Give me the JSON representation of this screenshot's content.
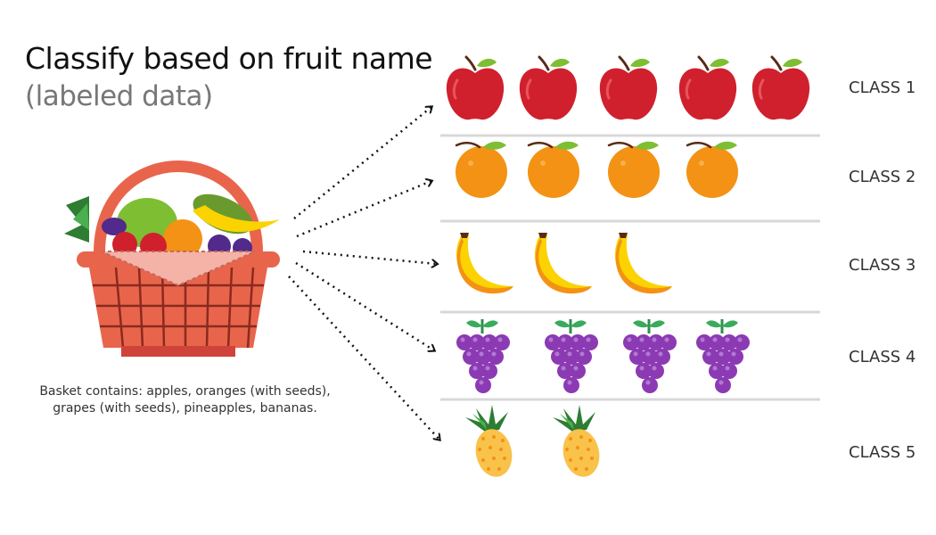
{
  "title": "Classify based on fruit name",
  "subtitle": "(labeled data)",
  "caption_line1": "Basket contains: apples, oranges (with seeds),",
  "caption_line2": "grapes (with seeds), pineapples, bananas.",
  "classes": [
    {
      "label": "CLASS 1",
      "fruit": "apple",
      "count": 5
    },
    {
      "label": "CLASS 2",
      "fruit": "orange",
      "count": 4
    },
    {
      "label": "CLASS 3",
      "fruit": "banana",
      "count": 3
    },
    {
      "label": "CLASS 4",
      "fruit": "grapes",
      "count": 4
    },
    {
      "label": "CLASS 5",
      "fruit": "pineapple",
      "count": 2
    }
  ],
  "colors": {
    "basket": "#e8654c",
    "basket_dark": "#8a2a1e",
    "napkin": "#f5b2a6",
    "apple": "#d0202e",
    "orange": "#f39214",
    "banana": "#fbd300",
    "grapes": "#8c3ab3",
    "pineapple": "#f9c24a",
    "leaf": "#7dbe33",
    "divider": "#d8d8d8"
  }
}
